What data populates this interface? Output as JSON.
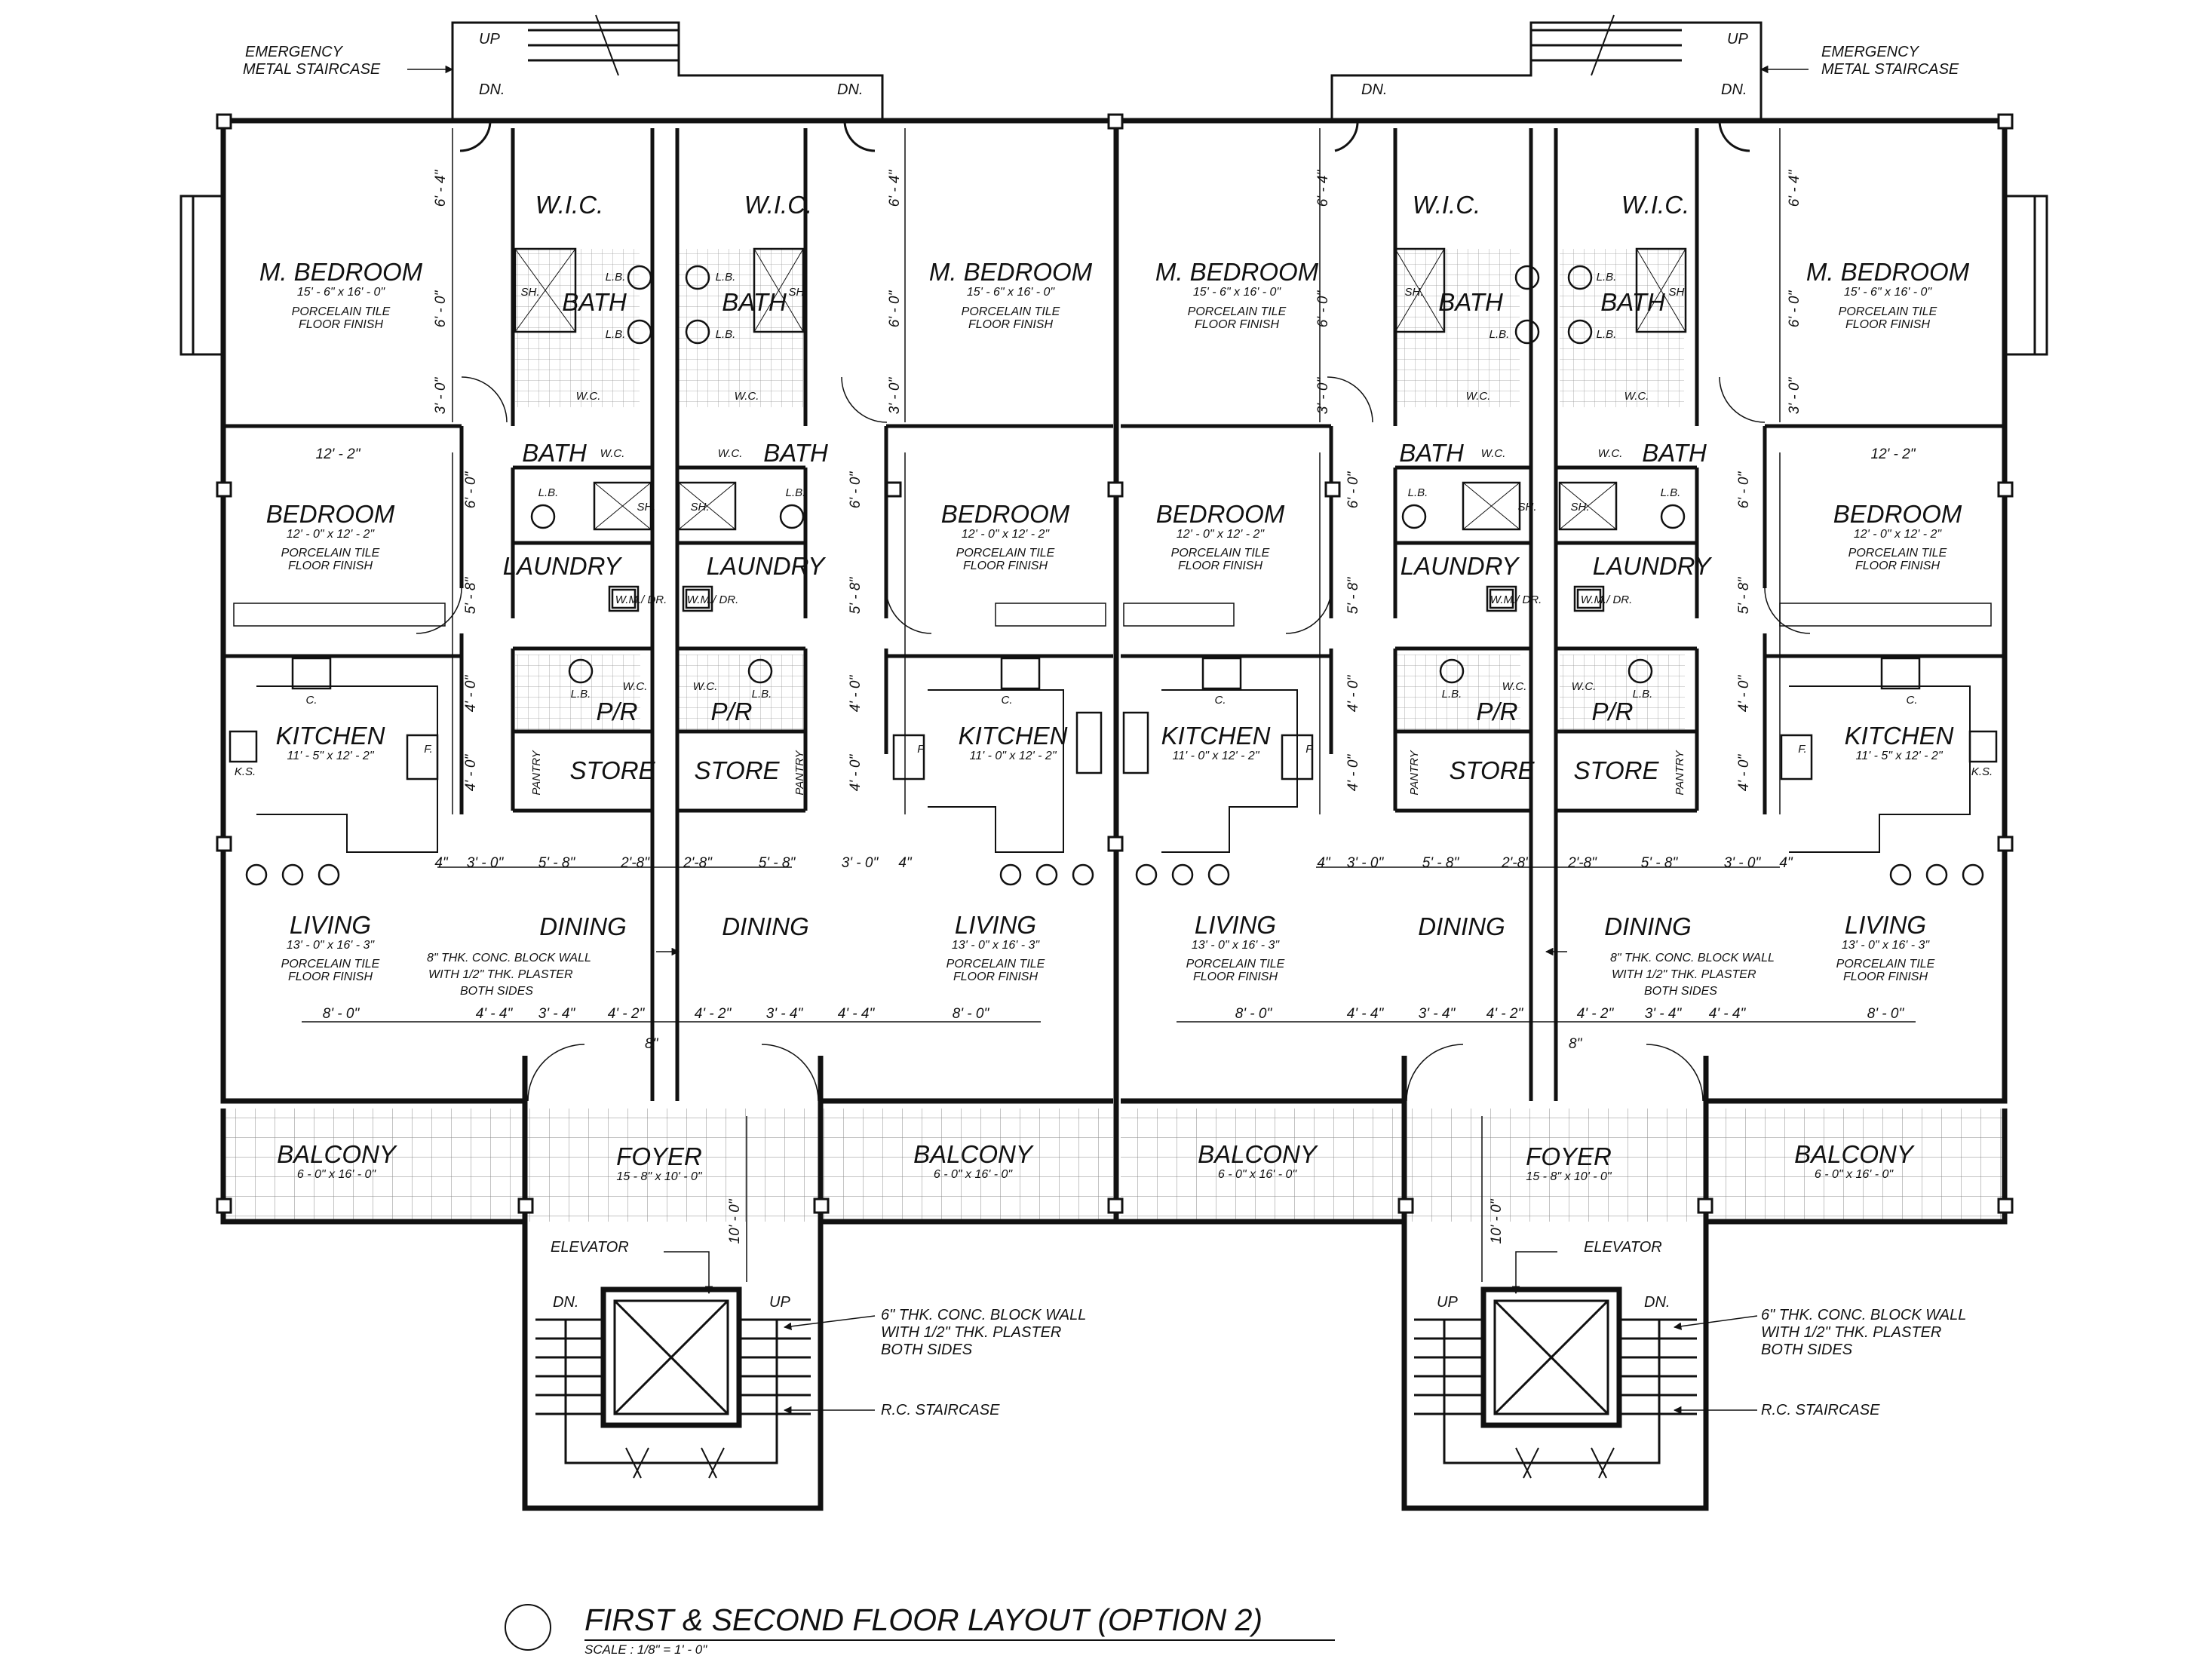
{
  "title": "FIRST & SECOND FLOOR LAYOUT (OPTION 2)",
  "scale": "SCALE : 1/8\" = 1' - 0\"",
  "notes": {
    "emergency_l1": "EMERGENCY",
    "emergency_l2": "METAL STAIRCASE",
    "elevator": "ELEVATOR",
    "rc_staircase": "R.C. STAIRCASE",
    "wall8_l1": "8\" THK. CONC. BLOCK WALL",
    "wall8_l2": "WITH 1/2\" THK. PLASTER",
    "wall8_l3": "BOTH SIDES",
    "wall6_l1": "6\" THK. CONC. BLOCK WALL",
    "wall6_l2": "WITH 1/2\" THK. PLASTER",
    "wall6_l3": "BOTH SIDES",
    "up": "UP",
    "dn": "DN.",
    "eight_in": "8\""
  },
  "rooms": {
    "m_bedroom": "M. BEDROOM",
    "m_bedroom_dim_a": "15' - 6\" x 16' - 0\"",
    "bedroom": "BEDROOM",
    "bedroom_dim": "12' - 0\" x 12' - 2\"",
    "finish_l1": "PORCELAIN TILE",
    "finish_l2": "FLOOR FINISH",
    "wic": "W.I.C.",
    "bath": "BATH",
    "laundry": "LAUNDRY",
    "pr": "P/R",
    "store": "STORE",
    "pantry": "PANTRY",
    "kitchen": "KITCHEN",
    "kitchen_dim_a": "11' - 5\" x 12' - 2\"",
    "kitchen_dim_b": "11' - 0\" x 12' - 2\"",
    "living": "LIVING",
    "living_dim": "13' - 0\" x 16' - 3\"",
    "dining": "DINING",
    "balcony": "BALCONY",
    "balcony_dim": "6 - 0\" x 16' - 0\"",
    "foyer": "FOYER",
    "foyer_dim": "15 - 8\" x 10' - 0\""
  },
  "fixtures": {
    "lb": "L.B.",
    "sh": "SH.",
    "wc": "W.C.",
    "wmdr": "W.M./ DR.",
    "c": "C.",
    "f": "F.",
    "ks": "K.S."
  },
  "dimensions": {
    "d_6_4": "6' - 4\"",
    "d_6_0": "6' - 0\"",
    "d_3_0": "3' - 0\"",
    "d_5_8": "5' - 8\"",
    "d_4_0": "4' - 0\"",
    "d_4": "4\"",
    "d_12_2": "12' - 2\"",
    "d_3_0h": "3' - 0\"",
    "d_5_8h": "5' - 8\"",
    "d_2_8": "2'-8\"",
    "d_8_0": "8' - 0\"",
    "d_4_4": "4' - 4\"",
    "d_3_4": "3' - 4\"",
    "d_4_2": "4' - 2\"",
    "d_10_0": "10' - 0\""
  }
}
